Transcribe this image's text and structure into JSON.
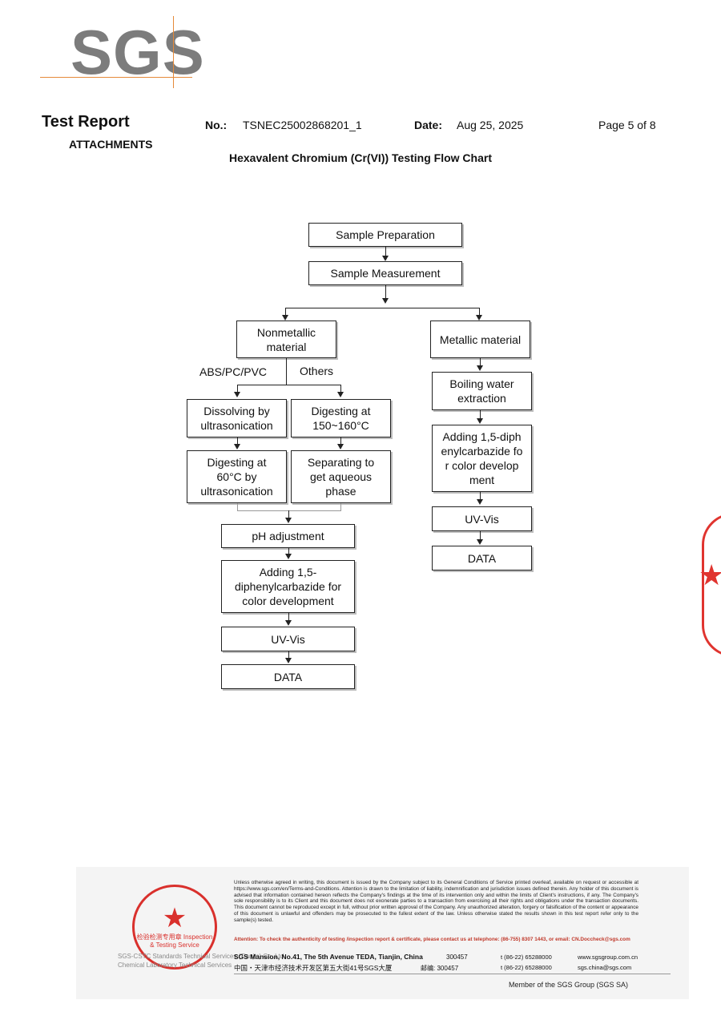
{
  "header": {
    "logo": "SGS",
    "report_title": "Test Report",
    "attachments": "ATTACHMENTS",
    "no_label": "No.:",
    "no_value": "TSNEC25002868201_1",
    "date_label": "Date:",
    "date_value": "Aug 25, 2025",
    "page": "Page 5 of 8"
  },
  "chart_title": "Hexavalent Chromium (Cr(VI)) Testing Flow Chart",
  "flow": {
    "sample_preparation": "Sample Preparation",
    "sample_measurement": "Sample Measurement",
    "nonmetallic": "Nonmetallic material",
    "metallic": "Metallic material",
    "abs_label": "ABS/PC/PVC",
    "others_label": "Others",
    "dissolving": "Dissolving by ultrasonication",
    "digesting_150": "Digesting at 150~160°C",
    "digesting_60": "Digesting at 60°C by ultrasonication",
    "separating": "Separating to get aqueous phase",
    "ph_adjustment": "pH adjustment",
    "adding_left": "Adding 1,5-diphenylcarbazide for color development",
    "uv_vis_left": "UV-Vis",
    "data_left": "DATA",
    "boiling": "Boiling water extraction",
    "adding_right": "Adding 1,5-diphenylcarbazide for color development",
    "uv_vis_right": "UV-Vis",
    "data_right": "DATA"
  },
  "footer": {
    "stamp_text": "检验检测专用章 Inspection & Testing Service",
    "left_line1": "SGS-CSTC Standards Technical Services (Tianjin) Co.,Ltd.",
    "left_line2": "Chemical Laboratory Technical Services",
    "disclaimer": "Unless otherwise agreed in writing, this document is issued by the Company subject to its General Conditions of Service printed overleaf, available on request or accessible at https://www.sgs.com/en/Terms-and-Conditions. Attention is drawn to the limitation of liability, indemnification and jurisdiction issues defined therein. Any holder of this document is advised that information contained hereon reflects the Company's findings at the time of its intervention only and within the limits of Client's instructions, if any. The Company's sole responsibility is to its Client and this document does not exonerate parties to a transaction from exercising all their rights and obligations under the transaction documents. This document cannot be reproduced except in full, without prior written approval of the Company. Any unauthorized alteration, forgery or falsification of the content or appearance of this document is unlawful and offenders may be prosecuted to the fullest extent of the law. Unless otherwise stated the results shown in this test report refer only to the sample(s) tested.",
    "attention": "Attention: To check the authenticity of testing /inspection report & certificate, please contact us at telephone: (86-755) 8307 1443, or email: CN.Doccheck@sgs.com",
    "address_en": "SGS Mansion, No.41, The 5th Avenue TEDA, Tianjin, China",
    "zip_en": "300457",
    "tel1": "t (86-22) 65288000",
    "web": "www.sgsgroup.com.cn",
    "address_cn": "中国・天津市经济技术开发区第五大街41号SGS大厦",
    "postcode": "邮编: 300457",
    "tel2": "t (86-22) 65288000",
    "email": "sgs.china@sgs.com",
    "member": "Member of the SGS Group (SGS SA)"
  },
  "colors": {
    "logo_gray": "#7c7c7c",
    "logo_orange_line": "#e58a3a",
    "stamp_red": "#d9302c"
  }
}
